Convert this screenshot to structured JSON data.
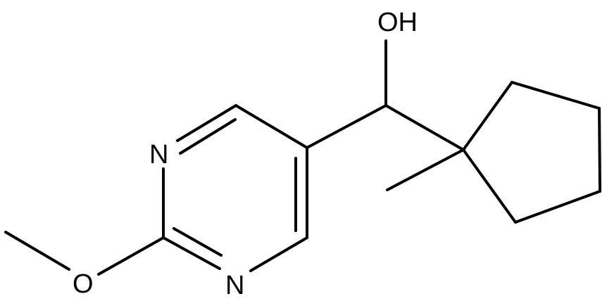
{
  "atoms": {
    "hydroxyl": "OH",
    "ring_n_upper": "N",
    "ring_n_lower": "N",
    "methoxy_o": "O"
  },
  "colors": {
    "bond": "#000000",
    "label": "#000000",
    "background": "#ffffff"
  }
}
